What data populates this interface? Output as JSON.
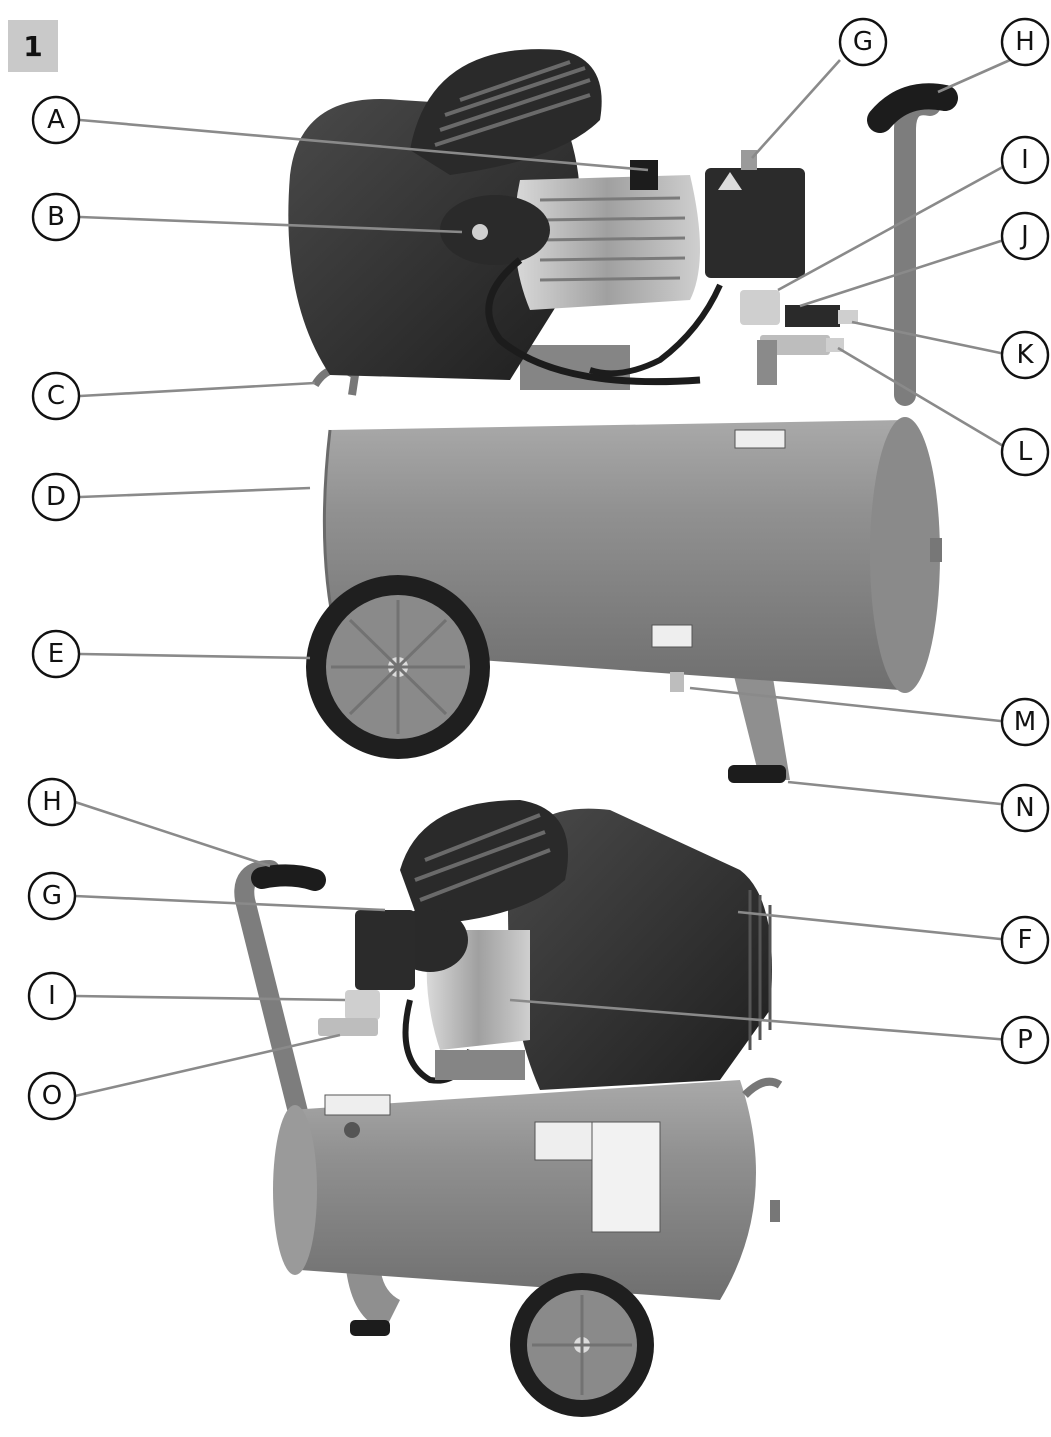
{
  "figure": {
    "number": "1",
    "callouts_top": [
      "A",
      "B",
      "C",
      "D",
      "E",
      "G",
      "H",
      "I",
      "J",
      "K",
      "L",
      "M",
      "N"
    ],
    "callouts_bottom": [
      "H",
      "G",
      "I",
      "O",
      "F",
      "P"
    ]
  },
  "colors": {
    "tank": "#8e8e8e",
    "motor_cover": "#2e2e2e",
    "wheel_tire": "#1f1f1f",
    "wheel_hub": "#8a8a8a",
    "leader_line": "#8a8a8a"
  }
}
